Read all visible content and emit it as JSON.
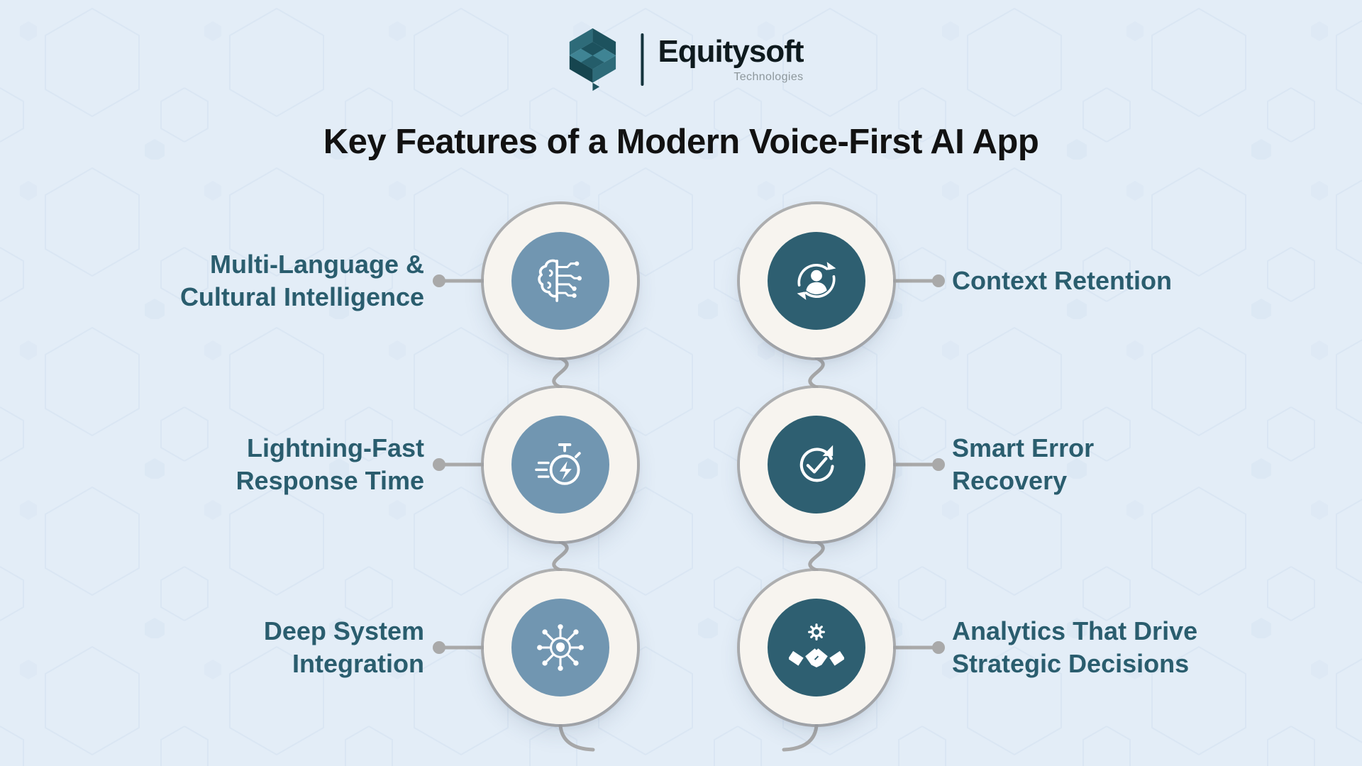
{
  "logo": {
    "brand": "Equitysoft",
    "tagline": "Technologies"
  },
  "title": "Key Features of a Modern Voice-First AI App",
  "features": {
    "left": [
      {
        "line1": "Multi-Language &",
        "line2": "Cultural Intelligence",
        "icon": "brain-circuit-icon"
      },
      {
        "line1": "Lightning-Fast",
        "line2": "Response Time",
        "icon": "stopwatch-icon"
      },
      {
        "line1": "Deep System",
        "line2": "Integration",
        "icon": "ai-network-icon"
      }
    ],
    "right": [
      {
        "line1": "Context Retention",
        "line2": "",
        "icon": "user-sync-icon"
      },
      {
        "line1": "Smart Error",
        "line2": "Recovery",
        "icon": "retry-check-icon"
      },
      {
        "line1": "Analytics That Drive",
        "line2": "Strategic Decisions",
        "icon": "handshake-gear-icon"
      }
    ]
  },
  "colors": {
    "background": "#e3edf7",
    "left_circle": "#7196b1",
    "right_circle": "#2e5f71",
    "ring_fill": "#f7f4ef",
    "connector": "#a9a9a9",
    "label_text": "#2a5d6e",
    "title_text": "#121212",
    "logo_mark": "#1d525e"
  }
}
